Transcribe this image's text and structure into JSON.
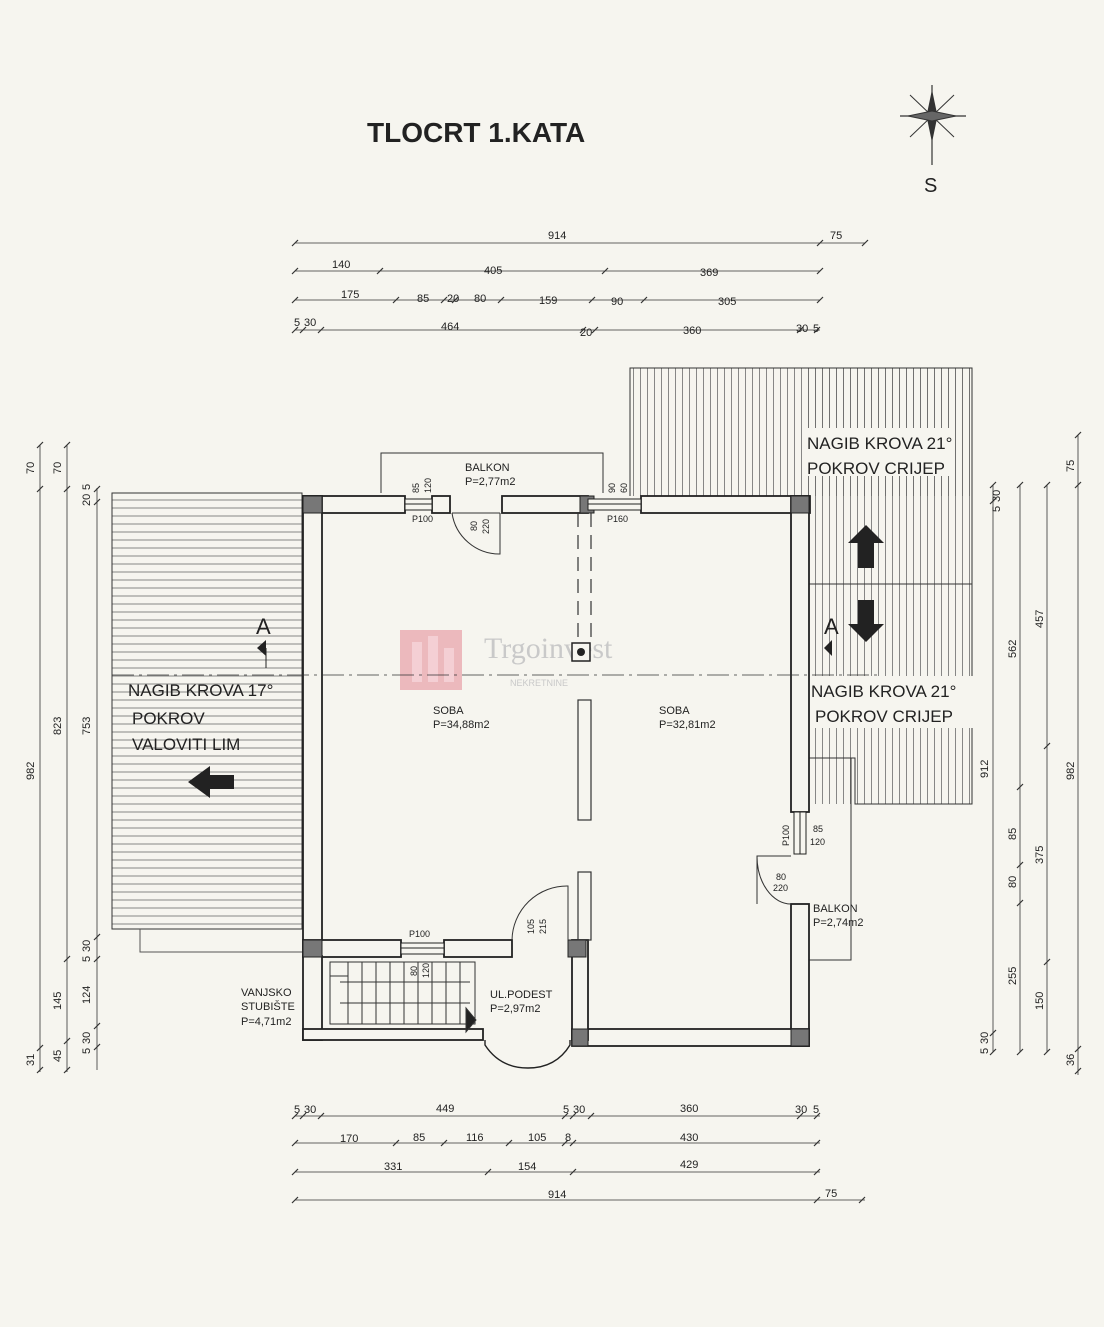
{
  "title": "TLOCRT  1.KATA",
  "compass": {
    "north_label": "S"
  },
  "watermark": {
    "text": "Trgoinvest",
    "subtext": "NEKRETNINE"
  },
  "dims_top": {
    "row1": [
      "914",
      "75"
    ],
    "row2": [
      "140",
      "405",
      "369"
    ],
    "row3": [
      "175",
      "85",
      "20",
      "80",
      "159",
      "90",
      "305"
    ],
    "row4": [
      "5",
      "30",
      "464",
      "20",
      "360",
      "30",
      "5"
    ]
  },
  "dims_bottom": {
    "row1": [
      "5",
      "30",
      "449",
      "5",
      "30",
      "360",
      "30",
      "5"
    ],
    "row2": [
      "170",
      "85",
      "116",
      "105",
      "8",
      "430"
    ],
    "row3": [
      "331",
      "154",
      "429"
    ],
    "row4": [
      "914",
      "75"
    ]
  },
  "dims_left": {
    "col1": [
      "70",
      "982",
      "31"
    ],
    "col2": [
      "70",
      "823",
      "145",
      "45"
    ],
    "col3": [
      "20",
      "5",
      "753",
      "5",
      "30",
      "124",
      "5",
      "30"
    ]
  },
  "dims_right": {
    "col1": [
      "5",
      "30",
      "912",
      "5",
      "30"
    ],
    "col2": [
      "562",
      "85",
      "80",
      "255"
    ],
    "col3": [
      "457",
      "375",
      "150"
    ],
    "col4": [
      "75",
      "982",
      "36"
    ]
  },
  "rooms": {
    "balkon_top": {
      "name": "BALKON",
      "area": "P=2,77m2"
    },
    "soba_left": {
      "name": "SOBA",
      "area": "P=34,88m2"
    },
    "soba_right": {
      "name": "SOBA",
      "area": "P=32,81m2"
    },
    "balkon_right": {
      "name": "BALKON",
      "area": "P=2,74m2"
    },
    "stairs": {
      "line1": "VANJSKO",
      "line2": "STUBIŠTE",
      "area": "P=4,71m2"
    },
    "podest": {
      "name": "UL.PODEST",
      "area": "P=2,97m2"
    }
  },
  "roofs": {
    "left": {
      "line1": "NAGIB KROVA 17°",
      "line2": "POKROV",
      "line3": "VALOVITI LIM"
    },
    "right_top": {
      "line1": "NAGIB KROVA 21°",
      "line2": "POKROV CRIJEP"
    },
    "right_bottom": {
      "line1": "NAGIB KROVA 21°",
      "line2": "POKROV CRIJEP"
    }
  },
  "openings": {
    "win_top_left": {
      "label": "P100",
      "w": "85",
      "h": "120"
    },
    "door_top": {
      "w": "80",
      "h": "220"
    },
    "win_top_right": {
      "label": "P160",
      "w": "90",
      "h": "60"
    },
    "win_bottom": {
      "label": "P100",
      "w": "80",
      "h": "120"
    },
    "door_bottom": {
      "w": "105",
      "h": "215"
    },
    "win_right": {
      "label": "P100",
      "w": "85",
      "h": "120"
    },
    "door_right": {
      "w": "80",
      "h": "220"
    }
  },
  "section_mark": "A"
}
